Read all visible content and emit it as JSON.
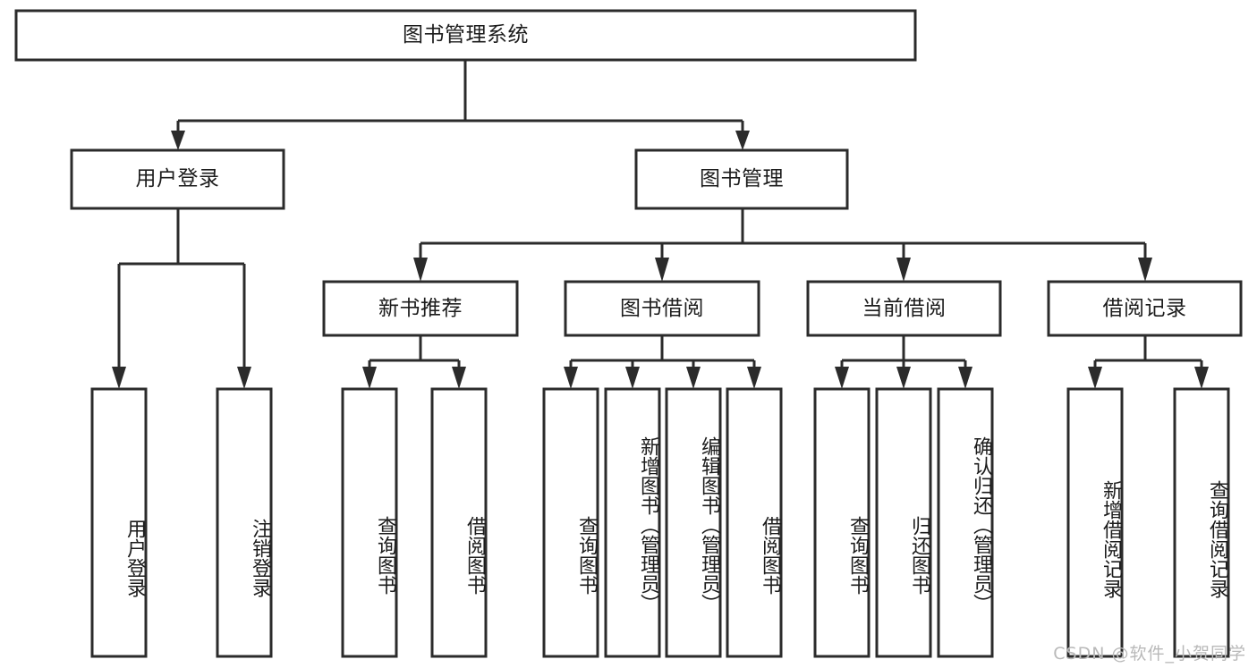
{
  "diagram": {
    "title": "图书管理系统",
    "type": "tree-hierarchy-diagram",
    "watermark": "CSDN @软件_小贺同学",
    "colors": {
      "box_stroke": "#2b2b2b",
      "box_fill": "#ffffff",
      "text": "#1c1c1c",
      "background": "#ffffff",
      "watermark": "#b9b9b9"
    },
    "nodes": {
      "root": {
        "label": "图书管理系统"
      },
      "level2": [
        {
          "id": "user-login",
          "label": "用户登录"
        },
        {
          "id": "book-manage",
          "label": "图书管理"
        }
      ],
      "level3": [
        {
          "id": "new-book-recommend",
          "label": "新书推荐"
        },
        {
          "id": "book-borrow",
          "label": "图书借阅"
        },
        {
          "id": "current-borrow",
          "label": "当前借阅"
        },
        {
          "id": "borrow-record",
          "label": "借阅记录"
        }
      ],
      "leaves": {
        "user_login": [
          {
            "id": "leaf-user-login",
            "label": "用户登录"
          },
          {
            "id": "leaf-logout-login",
            "label": "注销登录"
          }
        ],
        "new_book_recommend": [
          {
            "id": "leaf-query-book-1",
            "label": "查询图书"
          },
          {
            "id": "leaf-borrow-book-1",
            "label": "借阅图书"
          }
        ],
        "book_borrow": [
          {
            "id": "leaf-query-book-2",
            "label": "查询图书"
          },
          {
            "id": "leaf-add-book",
            "label": "新增图书（管理员）"
          },
          {
            "id": "leaf-edit-book",
            "label": "编辑图书（管理员）"
          },
          {
            "id": "leaf-borrow-book-2",
            "label": "借阅图书"
          }
        ],
        "current_borrow": [
          {
            "id": "leaf-query-book-3",
            "label": "查询图书"
          },
          {
            "id": "leaf-return-book",
            "label": "归还图书"
          },
          {
            "id": "leaf-confirm-return",
            "label": "确认归还（管理员）"
          }
        ],
        "borrow_record": [
          {
            "id": "leaf-add-record",
            "label": "新增借阅记录"
          },
          {
            "id": "leaf-query-record",
            "label": "查询借阅记录"
          }
        ]
      }
    }
  }
}
